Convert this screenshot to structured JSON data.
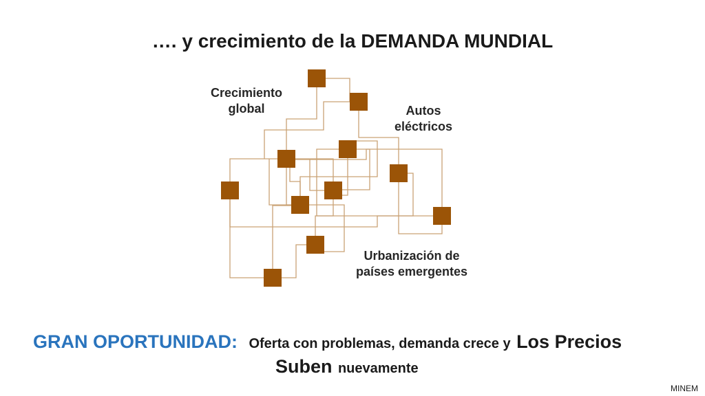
{
  "title": "…. y crecimiento de la DEMANDA MUNDIAL",
  "labels": {
    "growth": [
      "Crecimiento",
      "global"
    ],
    "cars": [
      "Autos",
      "eléctricos"
    ],
    "urban": [
      "Urbanización de",
      "países emergentes"
    ]
  },
  "opportunity": {
    "heading": "GRAN OPORTUNIDAD:",
    "part1": "Oferta con problemas, demanda crece y",
    "part2": "Los Precios",
    "part3": "Suben",
    "part4": "nuevamente"
  },
  "credit": "MINEM",
  "colors": {
    "node": "#9b5407",
    "line": "#c9a275",
    "heading_blue": "#2a74bd"
  }
}
